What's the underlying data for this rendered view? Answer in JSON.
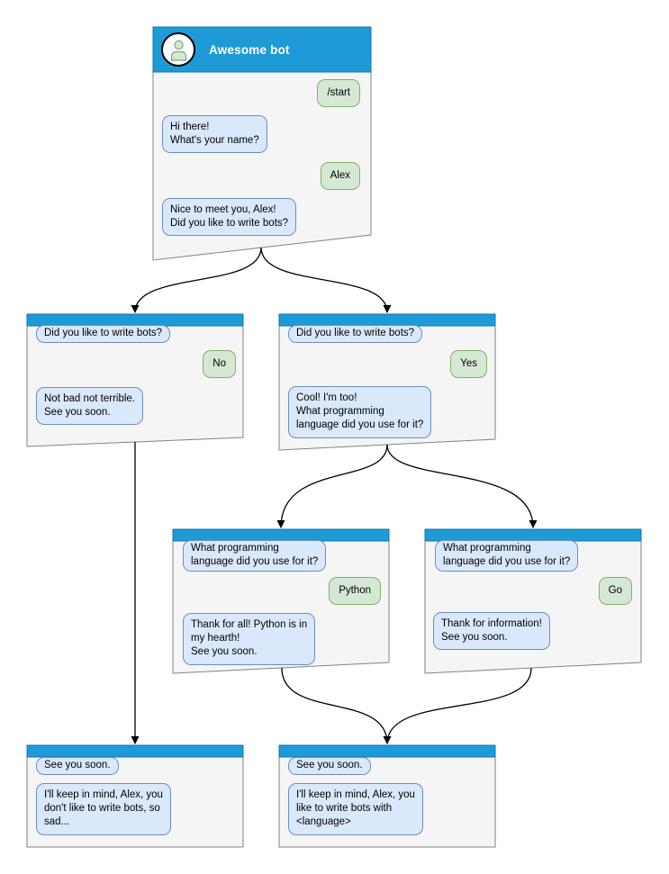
{
  "colors": {
    "header_blue": "#1e9bd7",
    "header_border": "#1176ad",
    "window_fill": "#f5f5f5",
    "window_border": "#828282",
    "bot_fill": "#dae8fc",
    "bot_border": "#6c8ebf",
    "user_fill": "#d5e8d4",
    "user_border": "#82b366",
    "connector": "#000000",
    "text": "#000000"
  },
  "icons": {
    "avatar": "person-icon",
    "connector_end": "arrowhead-icon"
  },
  "windows": [
    {
      "id": "start",
      "title": "Awesome bot",
      "messages": [
        {
          "from": "user",
          "text": "/start"
        },
        {
          "from": "bot",
          "text": "Hi there!\nWhat's your name?"
        },
        {
          "from": "user",
          "text": "Alex"
        },
        {
          "from": "bot",
          "text": "Nice to meet you, Alex!\nDid you like to write bots?"
        }
      ]
    },
    {
      "id": "branch-no",
      "messages": [
        {
          "from": "bot",
          "text": "Did you like to write bots?"
        },
        {
          "from": "user",
          "text": "No"
        },
        {
          "from": "bot",
          "text": "Not bad not terrible.\nSee you soon."
        }
      ]
    },
    {
      "id": "branch-yes",
      "messages": [
        {
          "from": "bot",
          "text": "Did you like to write bots?"
        },
        {
          "from": "user",
          "text": "Yes"
        },
        {
          "from": "bot",
          "text": "Cool! I'm too!\nWhat programming\nlanguage did you use for it?"
        }
      ]
    },
    {
      "id": "lang-python",
      "messages": [
        {
          "from": "bot",
          "text": "What programming\nlanguage did you use for it?"
        },
        {
          "from": "user",
          "text": "Python"
        },
        {
          "from": "bot",
          "text": "Thank for all! Python is in\nmy hearth!\nSee you soon."
        }
      ]
    },
    {
      "id": "lang-go",
      "messages": [
        {
          "from": "bot",
          "text": "What programming\nlanguage did you use for it?"
        },
        {
          "from": "user",
          "text": "Go"
        },
        {
          "from": "bot",
          "text": "Thank for information!\nSee you soon."
        }
      ]
    },
    {
      "id": "end-no",
      "messages": [
        {
          "from": "bot",
          "text": "See you soon."
        },
        {
          "from": "bot",
          "text": "I'll keep in mind, Alex, you\ndon't like to write bots, so\nsad..."
        }
      ]
    },
    {
      "id": "end-yes",
      "messages": [
        {
          "from": "bot",
          "text": "See you soon."
        },
        {
          "from": "bot",
          "text": "I'll keep in mind, Alex, you\nlike to write bots with\n<language>"
        }
      ]
    }
  ]
}
